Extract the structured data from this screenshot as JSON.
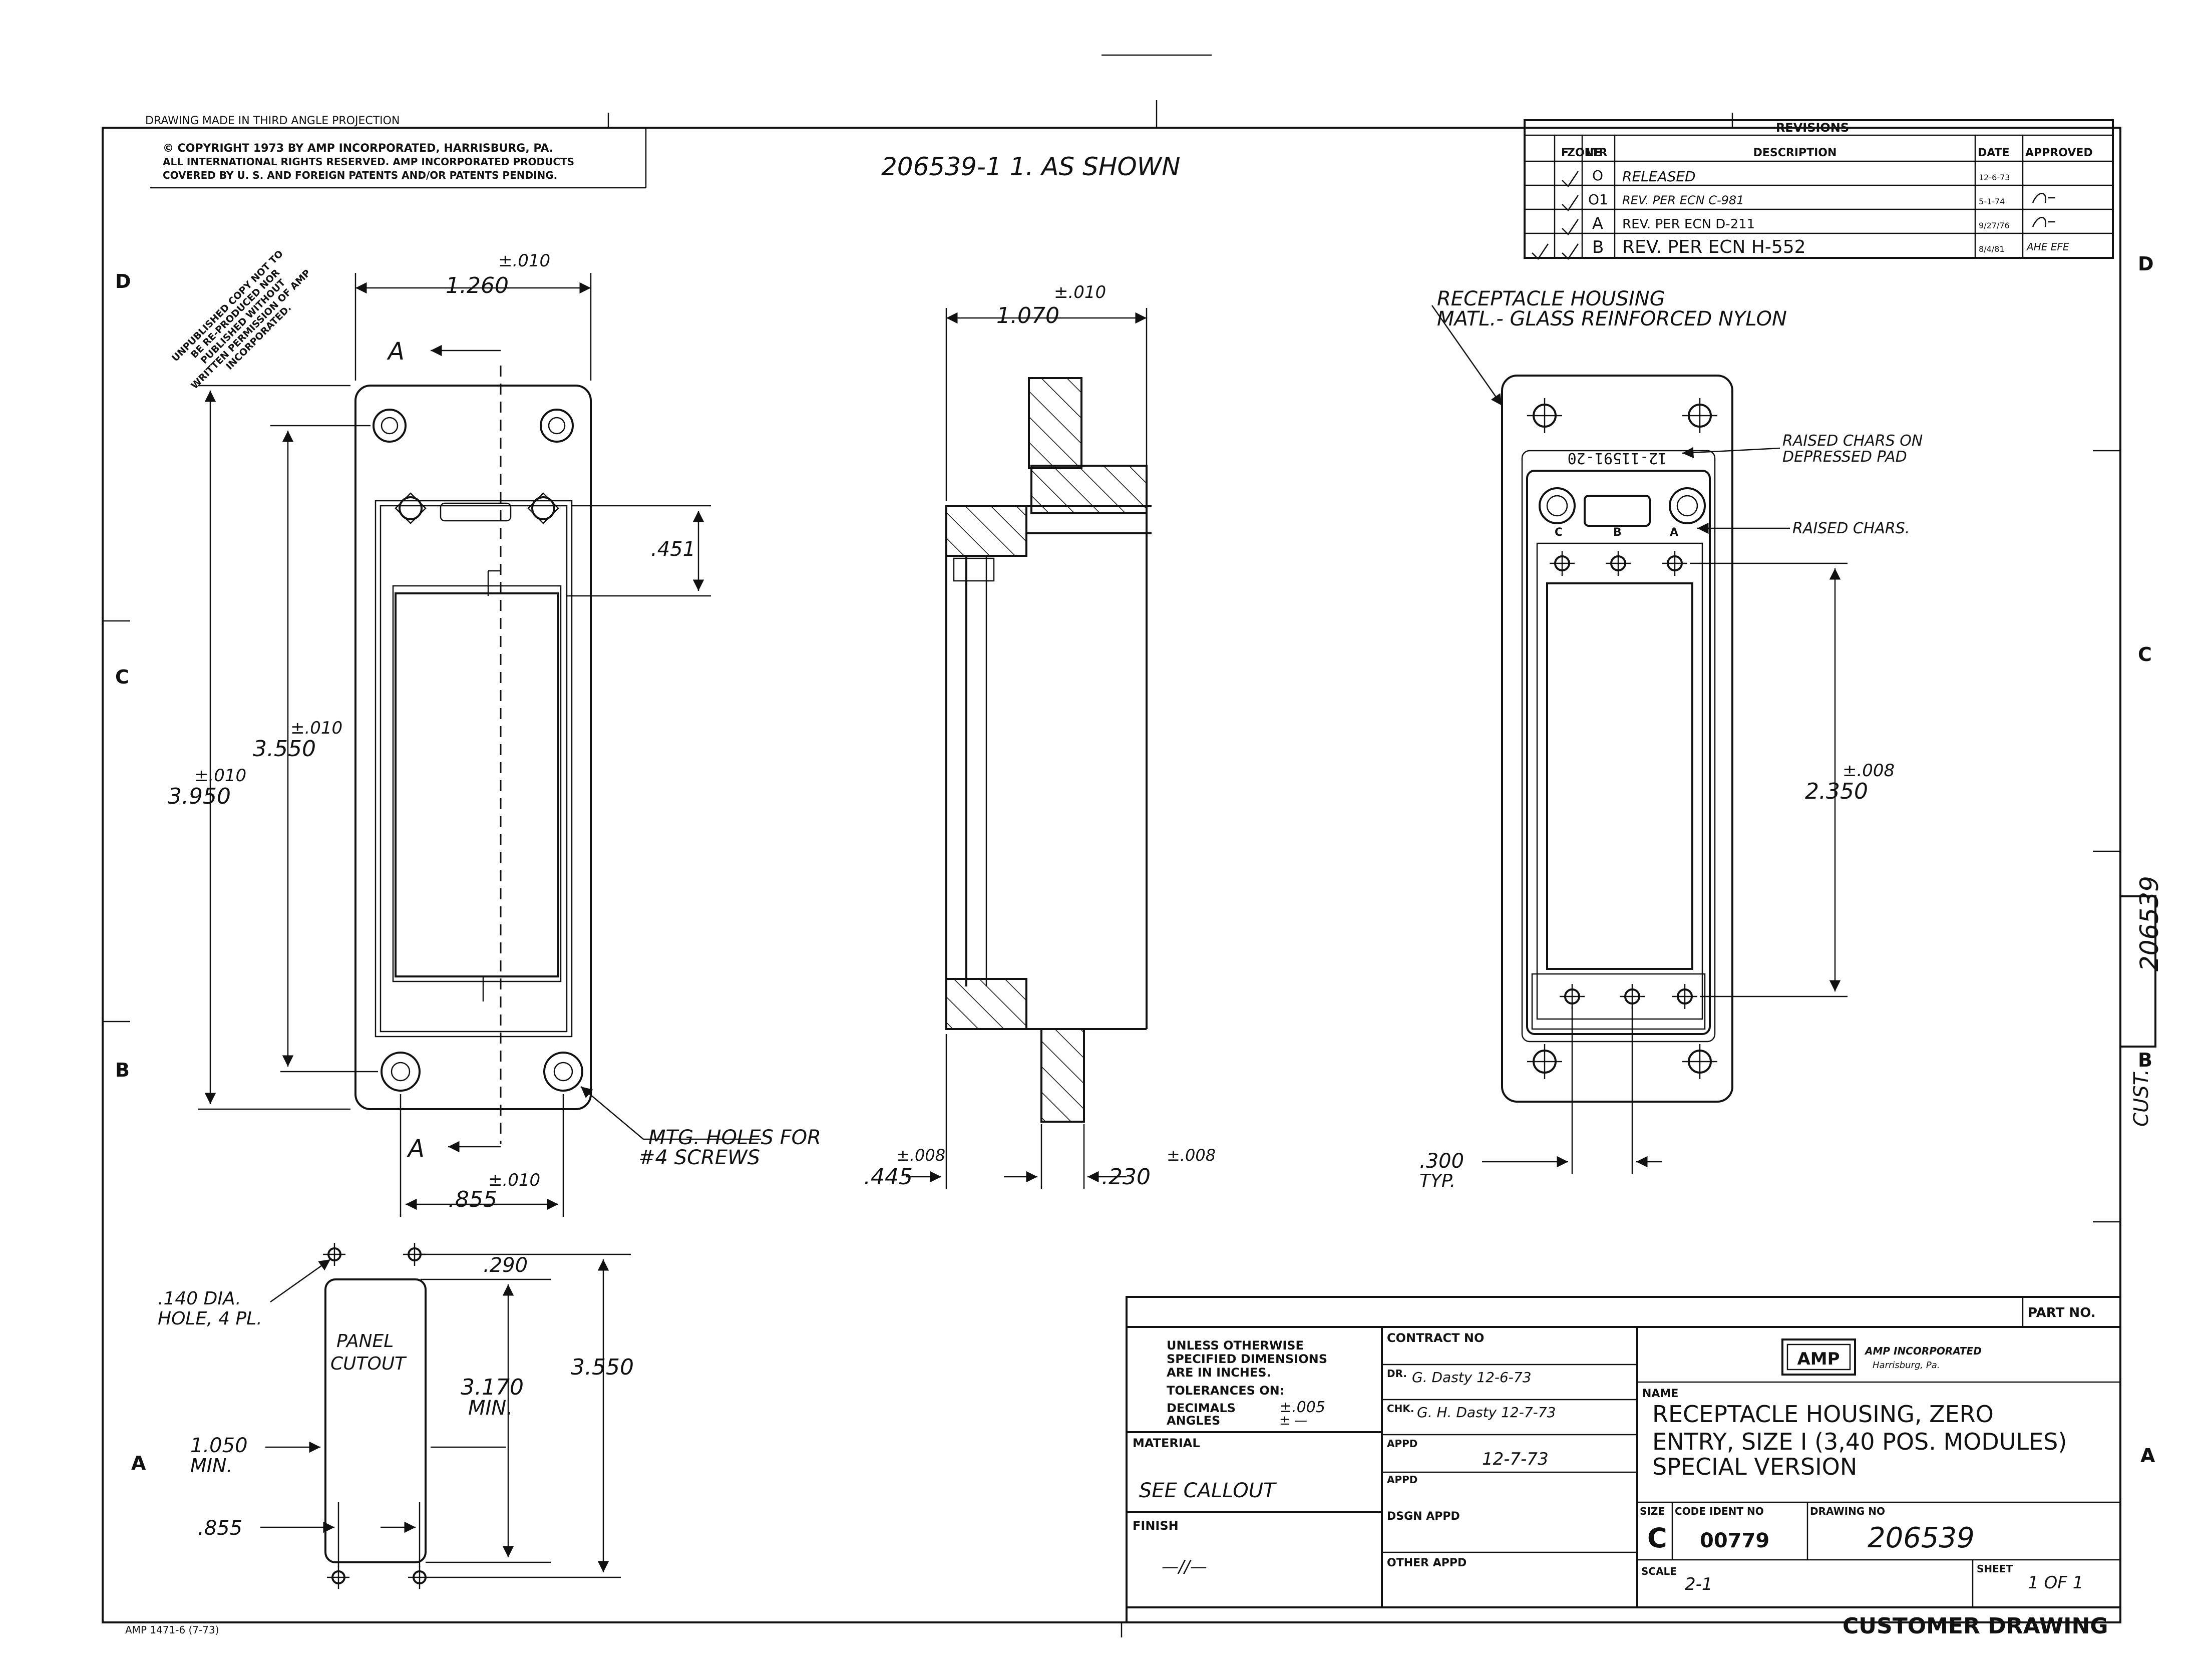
{
  "header": {
    "projection_note": "DRAWING MADE IN THIRD ANGLE PROJECTION",
    "copyright_line1": "© COPYRIGHT 1973 BY AMP INCORPORATED, HARRISBURG, PA.",
    "copyright_line2": "ALL INTERNATIONAL RIGHTS RESERVED. AMP INCORPORATED PRODUCTS",
    "copyright_line3": "COVERED BY U. S. AND FOREIGN PATENTS AND/OR PATENTS PENDING.",
    "stamp_text": "UNPUBLISHED COPY NOT TO BE RE-PRODUCED NOR PUBLISHED WITHOUT WRITTEN PERMISSION OF AMP INCORPORATED.",
    "part_callout": "206539-1   1. AS SHOWN"
  },
  "zones": {
    "left": [
      "D",
      "C",
      "B",
      "A"
    ],
    "right": [
      "D",
      "C",
      "B",
      "A"
    ]
  },
  "revisions": {
    "title": "REVISIONS",
    "columns": [
      "F",
      "ZONE",
      "LTR",
      "DESCRIPTION",
      "DATE",
      "APPROVED"
    ],
    "rows": [
      {
        "ltr": "O",
        "description": "RELEASED",
        "date": "12-6-73",
        "approved": ""
      },
      {
        "ltr": "O1",
        "description": "REV. PER ECN C-981",
        "date": "5-1-74",
        "approved": ""
      },
      {
        "ltr": "A",
        "description": "REV. PER ECN D-211",
        "date": "9/27/76",
        "approved": ""
      },
      {
        "ltr": "B",
        "description": "REV. PER ECN H-552",
        "date": "8/4/81",
        "approved": "AHE EFE"
      }
    ]
  },
  "front_view": {
    "section_mark_top": "A",
    "section_mark_bottom": "A",
    "dim_width_tol": "±.010",
    "dim_width": "1.260",
    "dim_height_outer_tol": "±.010",
    "dim_height_outer": "3.950",
    "dim_height_holes_tol": "±.010",
    "dim_height_holes": "3.550",
    "dim_451": ".451",
    "dim_bottom_tol": "±.010",
    "dim_bottom": ".855",
    "mtg_note_line1": "MTG. HOLES FOR",
    "mtg_note_line2": "#4 SCREWS"
  },
  "side_view": {
    "dim_top_tol": "±.010",
    "dim_top": "1.070",
    "dim_left_tol": "±.008",
    "dim_left": ".445",
    "dim_right_tol": "±.008",
    "dim_right": ".230"
  },
  "right_view": {
    "title_line1": "RECEPTACLE HOUSING",
    "title_line2": "MATL.- GLASS REINFORCED NYLON",
    "raised_chars_line1": "RAISED CHARS ON",
    "raised_chars_line2": "DEPRESSED PAD",
    "pad_text": "12-11591-20",
    "raised_chars": "RAISED CHARS.",
    "pos_c": "C",
    "pos_b": "B",
    "pos_a": "A",
    "dim_height_tol": "±.008",
    "dim_height": "2.350",
    "dim_typ_line1": ".300",
    "dim_typ_line2": "TYP."
  },
  "cutout": {
    "hole_note_line1": ".140 DIA.",
    "hole_note_line2": "HOLE, 4 PL.",
    "label_line1": "PANEL",
    "label_line2": "CUTOUT",
    "dim_290": ".290",
    "dim_3170_line1": "3.170",
    "dim_3170_line2": "MIN.",
    "dim_3550": "3.550",
    "dim_1050_line1": "1.050",
    "dim_1050_line2": "MIN.",
    "dim_855": ".855"
  },
  "side_tab": {
    "number": "206539",
    "cust": "CUST."
  },
  "title_block": {
    "part_no_label": "PART NO.",
    "tolerance_line1": "UNLESS OTHERWISE",
    "tolerance_line2": "SPECIFIED DIMENSIONS",
    "tolerance_line3": "ARE IN INCHES.",
    "tolerance_line4": "TOLERANCES ON:",
    "decimals_label": "DECIMALS",
    "decimals_value": "±.005",
    "angles_label": "ANGLES",
    "angles_value": "± —",
    "material_label": "MATERIAL",
    "material_value": "SEE CALLOUT",
    "finish_label": "FINISH",
    "finish_value": "—//—",
    "contract_label": "CONTRACT NO",
    "dr_label": "DR.",
    "dr_value": "G. Dasty 12-6-73",
    "chk_label": "CHK.",
    "chk_value": "G. H. Dasty 12-7-73",
    "appd_label": "APPD",
    "appd_value": "12-7-73",
    "appd2_label": "APPD",
    "dsgn_label": "DSGN APPD",
    "other_label": "OTHER APPD",
    "company_logo": "AMP",
    "company_name": "AMP INCORPORATED",
    "company_city": "Harrisburg, Pa.",
    "name_label": "NAME",
    "name_line1": "RECEPTACLE HOUSING, ZERO",
    "name_line2": "ENTRY, SIZE I (3,40 POS. MODULES)",
    "name_line3": "SPECIAL VERSION",
    "size_label": "SIZE",
    "size_value": "C",
    "code_label": "CODE IDENT NO",
    "code_value": "00779",
    "drawing_no_label": "DRAWING NO",
    "drawing_no_value": "206539",
    "scale_label": "SCALE",
    "scale_value": "2-1",
    "sheet_label": "SHEET",
    "sheet_value": "1 OF 1",
    "customer_drawing": "CUSTOMER DRAWING",
    "form_number": "AMP 1471-6 (7-73)"
  }
}
